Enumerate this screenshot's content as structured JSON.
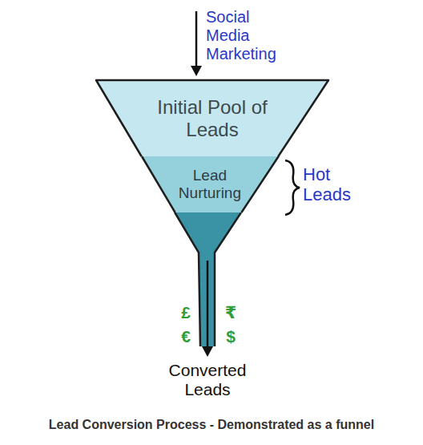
{
  "diagram": {
    "caption": "Lead Conversion Process - Demonstrated as a funnel",
    "nodes": [
      {
        "text": [
          "Initial Pool of Leads"
        ]
      },
      {
        "text": [
          "Lead Nurturing"
        ]
      }
    ],
    "labels": [
      "Social Media Marketing",
      "Hot Leads",
      "£",
      "₹",
      "€",
      "$",
      "Converted Leads"
    ]
  }
}
